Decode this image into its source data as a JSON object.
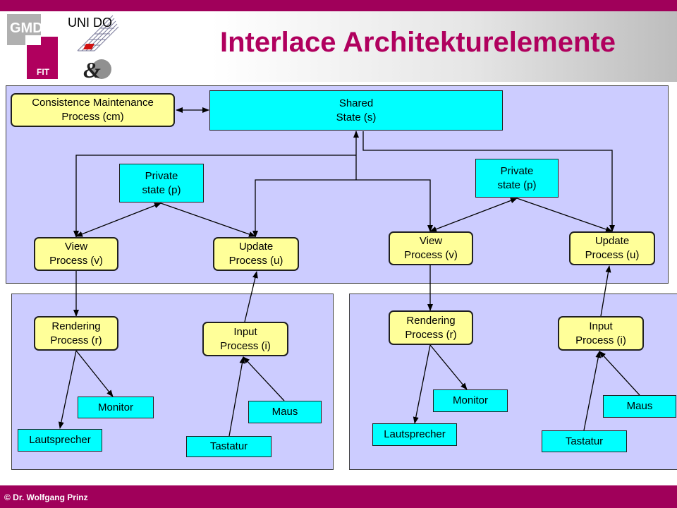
{
  "header": {
    "title": "Interlace Architekturelemente",
    "logo_gmd_text": "GMD",
    "logo_fit_text": "FIT",
    "logo_unido_text": "UNI DO",
    "logo_amp_text": "&"
  },
  "shared": {
    "cm_line1": "Consistence Maintenance",
    "cm_line2": "Process (cm)",
    "state_line1": "Shared",
    "state_line2": "State (s)"
  },
  "left": {
    "private_line1": "Private",
    "private_line2": "state (p)",
    "view_line1": "View",
    "view_line2": "Process (v)",
    "update_line1": "Update",
    "update_line2": "Process (u)",
    "rendering_line1": "Rendering",
    "rendering_line2": "Process (r)",
    "input_line1": "Input",
    "input_line2": "Process (i)",
    "monitor": "Monitor",
    "lautsprecher": "Lautsprecher",
    "maus": "Maus",
    "tastatur": "Tastatur"
  },
  "right": {
    "private_line1": "Private",
    "private_line2": "state (p)",
    "view_line1": "View",
    "view_line2": "Process (v)",
    "update_line1": "Update",
    "update_line2": "Process (u)",
    "rendering_line1": "Rendering",
    "rendering_line2": "Process (r)",
    "input_line1": "Input",
    "input_line2": "Process (i)",
    "monitor": "Monitor",
    "lautsprecher": "Lautsprecher",
    "maus": "Maus",
    "tastatur": "Tastatur"
  },
  "footer": {
    "copyright": "© Dr. Wolfgang Prinz"
  },
  "colors": {
    "brand": "#a0005a",
    "title": "#b0005e",
    "panel": "#ccccff",
    "process": "#ffff99",
    "device": "#00ffff"
  }
}
